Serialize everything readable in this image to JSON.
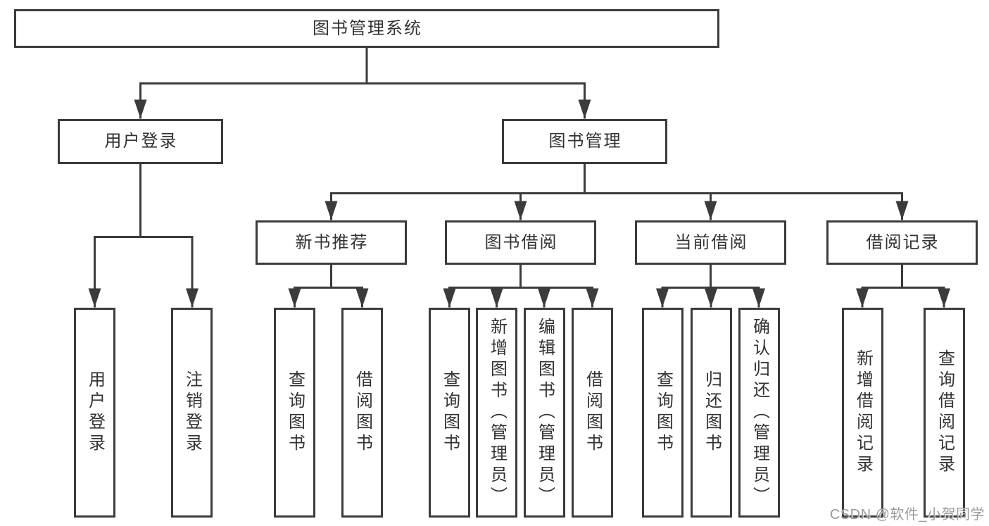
{
  "root": "图书管理系统",
  "level2": {
    "user_login": "用户登录",
    "book_management": "图书管理"
  },
  "user_login_children": [
    "用户登录",
    "注销登录"
  ],
  "level3": {
    "new_book_recommend": "新书推荐",
    "book_borrow": "图书借阅",
    "current_borrow": "当前借阅",
    "borrow_record": "借阅记录"
  },
  "new_book_children": [
    "查询图书",
    "借阅图书"
  ],
  "book_borrow_children": [
    "查询图书",
    "新增图书（管理员）",
    "编辑图书（管理员）",
    "借阅图书"
  ],
  "current_borrow_children": [
    "查询图书",
    "归还图书",
    "确认归还（管理员）"
  ],
  "borrow_record_children": [
    "新增借阅记录",
    "查询借阅记录"
  ],
  "watermark": "CSDN @软件_小贺同学",
  "colors": {
    "line": "#3b3b3b",
    "text": "#333333",
    "watermark": "#9b9b9b",
    "background": "#ffffff"
  }
}
